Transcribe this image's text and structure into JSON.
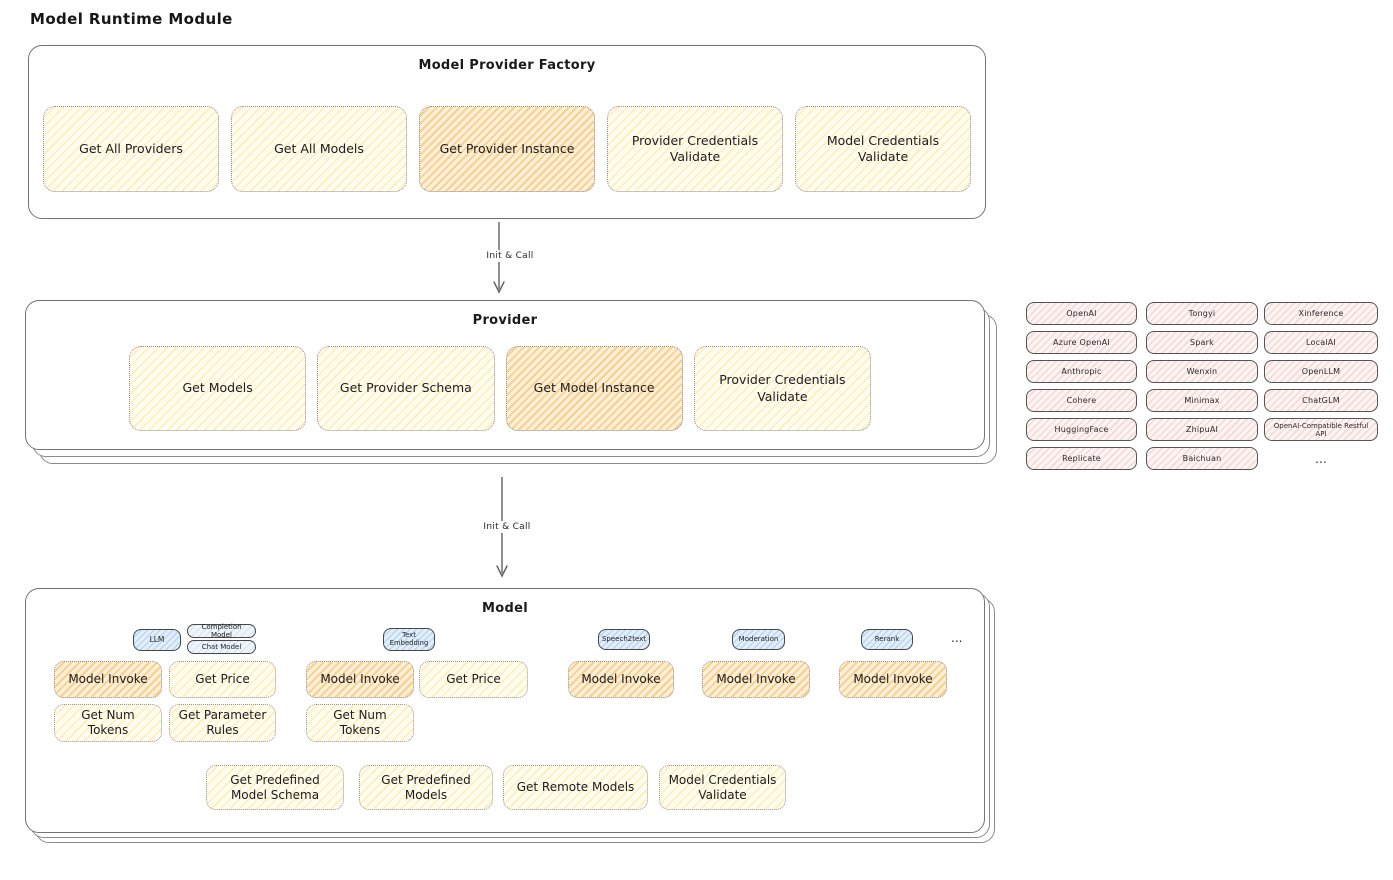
{
  "title": "Model Runtime Module",
  "arrows": {
    "first": {
      "label": "Init & Call"
    },
    "second": {
      "label": "Init & Call"
    }
  },
  "factory": {
    "title": "Model Provider Factory",
    "buttons": [
      "Get All Providers",
      "Get All Models",
      "Get Provider Instance",
      "Provider Credentials Validate",
      "Model Credentials Validate"
    ]
  },
  "provider": {
    "title": "Provider",
    "buttons": [
      "Get Models",
      "Get Provider Schema",
      "Get Model Instance",
      "Provider Credentials Validate"
    ]
  },
  "provider_list": {
    "col1": [
      "OpenAI",
      "Azure OpenAI",
      "Anthropic",
      "Cohere",
      "HuggingFace",
      "Replicate"
    ],
    "col2": [
      "Tongyi",
      "Spark",
      "Wenxin",
      "Minimax",
      "ZhipuAI",
      "Baichuan"
    ],
    "col3": [
      "Xinference",
      "LocalAI",
      "OpenLLM",
      "ChatGLM",
      "OpenAI-Compatible Restful API"
    ],
    "more": "..."
  },
  "model": {
    "title": "Model",
    "chips": {
      "llm": "LLM",
      "completion_model": "Completion Model",
      "chat_model": "Chat Model",
      "text_embedding": "Text Embedding",
      "speech2text": "Speech2text",
      "moderation": "Moderation",
      "rerank": "Rerank",
      "more": "..."
    },
    "functions": {
      "model_invoke": "Model Invoke",
      "get_price": "Get Price",
      "get_num_tokens": "Get Num Tokens",
      "get_parameter_rules": "Get Parameter Rules"
    },
    "bottom_buttons": [
      "Get Predefined Model Schema",
      "Get Predefined Models",
      "Get Remote Models",
      "Model Credentials Validate"
    ]
  },
  "palette": {
    "node_yellow": "#fff3c9",
    "node_orange_highlight": "#f8d592",
    "provider_pink": "#fbe4e4",
    "capability_blue": "#d6e9f8",
    "container_stroke": "#737373"
  }
}
